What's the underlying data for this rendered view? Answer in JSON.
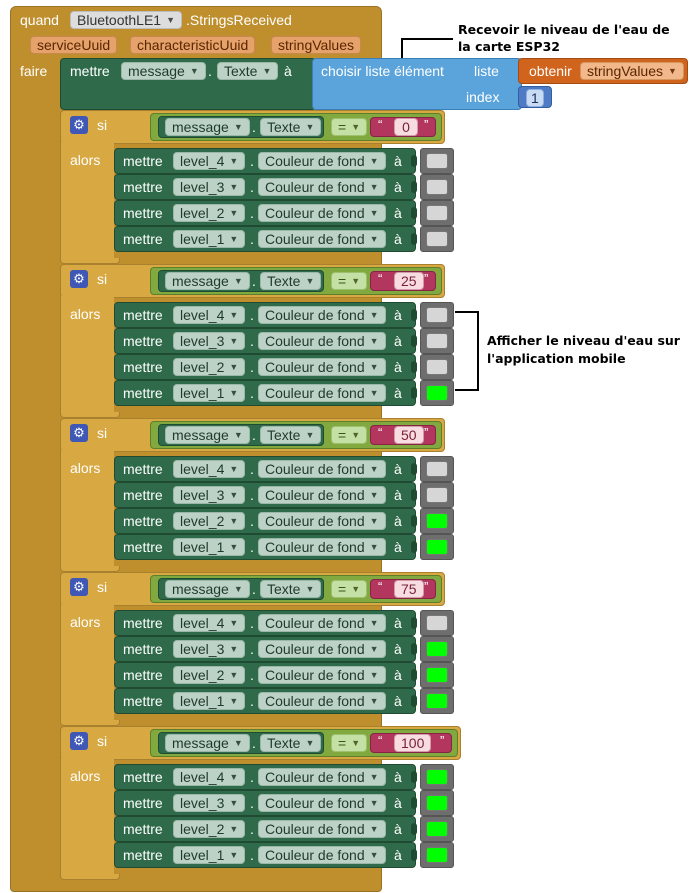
{
  "event": {
    "quand": "quand",
    "component": "BluetoothLE1",
    "method": ".StringsReceived",
    "params": [
      "serviceUuid",
      "characteristicUuid",
      "stringValues"
    ],
    "faire": "faire"
  },
  "top_setter": {
    "mettre": "mettre",
    "var": "message",
    "prop": "Texte",
    "a": "à",
    "choose": "choisir liste élément",
    "liste": "liste",
    "index": "index",
    "obtenir": "obtenir",
    "get_var": "stringValues",
    "index_value": "1"
  },
  "labels": {
    "si": "si",
    "alors": "alors",
    "mettre": "mettre",
    "a": "à",
    "message": "message",
    "texte": "Texte",
    "couleur": "Couleur de fond",
    "eq": "="
  },
  "conditions": [
    {
      "value": "0",
      "colors": [
        "grey",
        "grey",
        "grey",
        "grey"
      ]
    },
    {
      "value": "25",
      "colors": [
        "grey",
        "grey",
        "grey",
        "green"
      ]
    },
    {
      "value": "50",
      "colors": [
        "grey",
        "grey",
        "green",
        "green"
      ]
    },
    {
      "value": "75",
      "colors": [
        "grey",
        "green",
        "green",
        "green"
      ]
    },
    {
      "value": "100",
      "colors": [
        "green",
        "green",
        "green",
        "green"
      ]
    }
  ],
  "levels": [
    "level_4",
    "level_3",
    "level_2",
    "level_1"
  ],
  "annotations": {
    "top": [
      "Recevoir le niveau de l'eau de",
      "la carte ESP32"
    ],
    "side": [
      "Afficher le niveau d'eau sur",
      "l'application mobile"
    ]
  },
  "colors": {
    "event": "#bf8f2e",
    "si": "#d8a843",
    "setter": "#2f6b4a",
    "list": "#5aa3db",
    "variable": "#d0641d",
    "string": "#b3365e",
    "logic": "#81a93f",
    "green": "#00ff00",
    "grey": "#d6d6d6"
  }
}
